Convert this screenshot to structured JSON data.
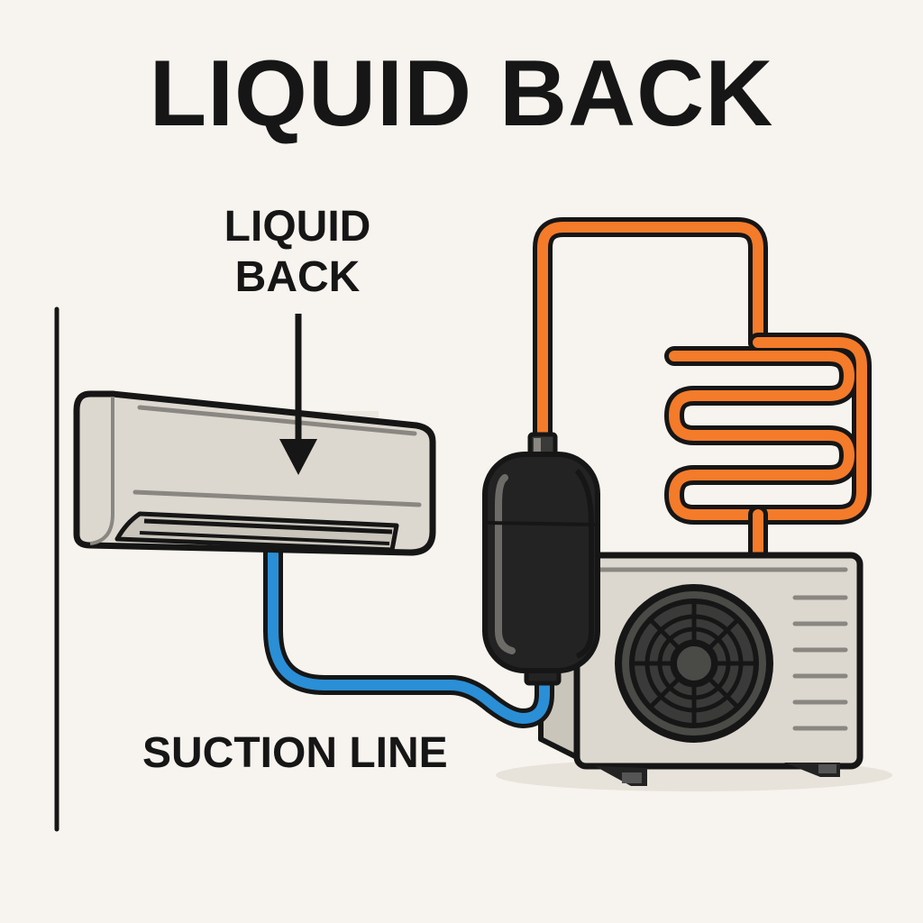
{
  "title": "LIQUID BACK",
  "labels": {
    "liquid_back_line1": "LIQUID",
    "liquid_back_line2": "BACK",
    "suction_line": "SUCTION LINE"
  },
  "components": {
    "indoor_unit": "indoor-air-conditioner",
    "accumulator": "accumulator-tank",
    "outdoor_unit": "outdoor-condenser-unit",
    "condenser_coil": "condenser-coil",
    "suction_pipe": "suction-line-pipe",
    "discharge_pipe": "discharge-line-pipe",
    "arrow": "down-arrow-icon"
  },
  "colors": {
    "background": "#f7f3ee",
    "outline": "#161616",
    "suction_pipe": "#2a8fd6",
    "discharge_pipe": "#f47b2a",
    "unit_body": "#dcd8cf",
    "accumulator": "#232323",
    "fan_grille": "#3a3a38"
  }
}
